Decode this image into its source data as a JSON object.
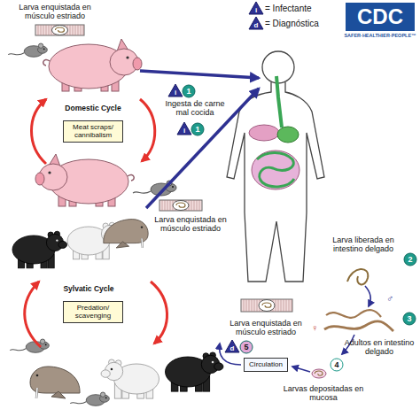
{
  "diagram": {
    "nodes": [
      {
        "text": [
          "Meat scraps/ cannibalism"
        ]
      },
      {
        "text": [
          "Predation/ scavenging"
        ]
      },
      {
        "text": [
          "Circulation"
        ]
      }
    ],
    "labels": [
      "CDC",
      "SAFER·HEALTHIER·PEOPLE™",
      "i",
      "d",
      "Larva enquistada en músculo estriado",
      "Domestic Cycle",
      "i",
      "1",
      "Ingesta de carne mal cocida",
      "i",
      "1",
      "Larva enquistada en músculo estriado",
      "Sylvatic Cycle",
      "Larva liberada en intestino delgado",
      "2",
      "♂",
      "♀",
      "3",
      "Adultos en intestino delgado",
      "4",
      "Larvas depositadas en mucosa",
      "Larva enquistada en músculo estriado",
      "d",
      "5"
    ],
    "legend": [
      {
        "text": "= Infectante"
      },
      {
        "text": "= Diagnóstica"
      }
    ]
  }
}
